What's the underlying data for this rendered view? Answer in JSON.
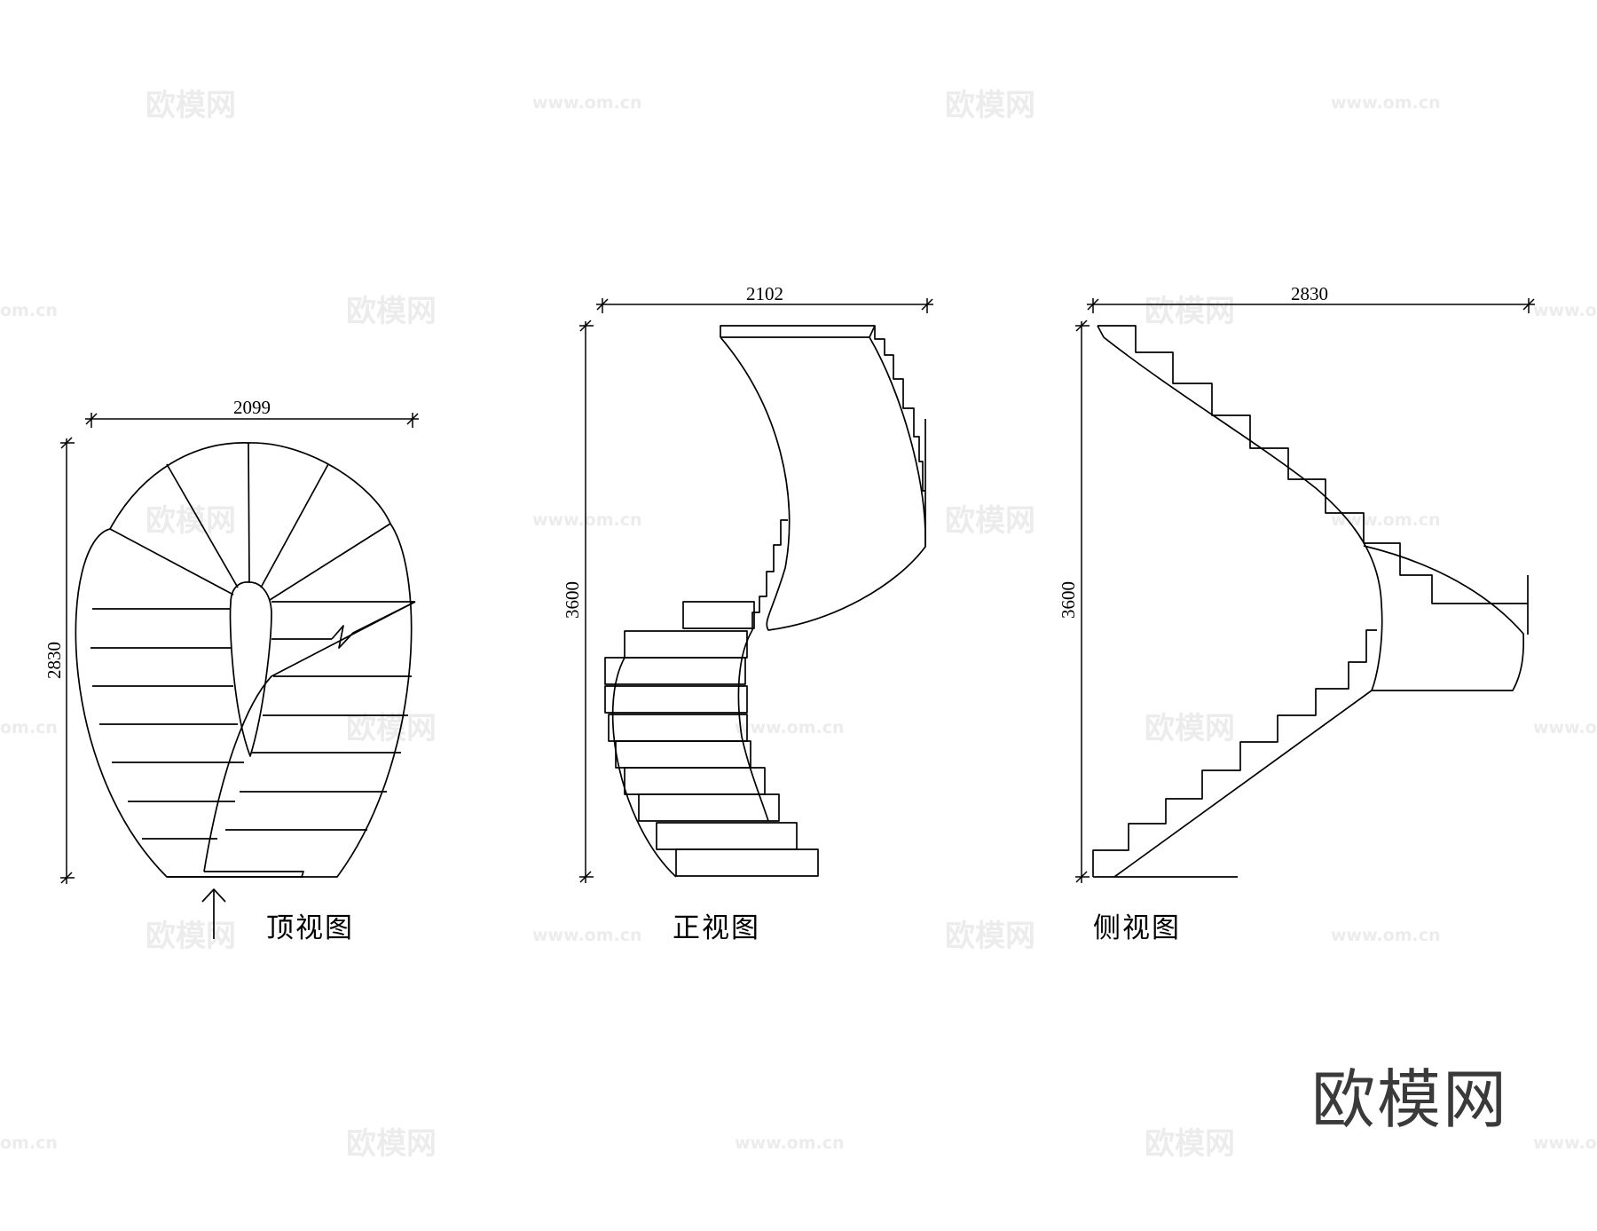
{
  "watermark": {
    "name": "欧模网",
    "url": "www.om.cn",
    "url_cut_left": "om.cn",
    "url_cut_right": "www.o"
  },
  "brand_logo": "欧模网",
  "views": {
    "top": {
      "title": "顶视图",
      "width": "2099",
      "depth": "2830"
    },
    "front": {
      "title": "正视图",
      "width": "2102",
      "height": "3600"
    },
    "side": {
      "title": "侧视图",
      "width": "2830",
      "height": "3600"
    }
  }
}
